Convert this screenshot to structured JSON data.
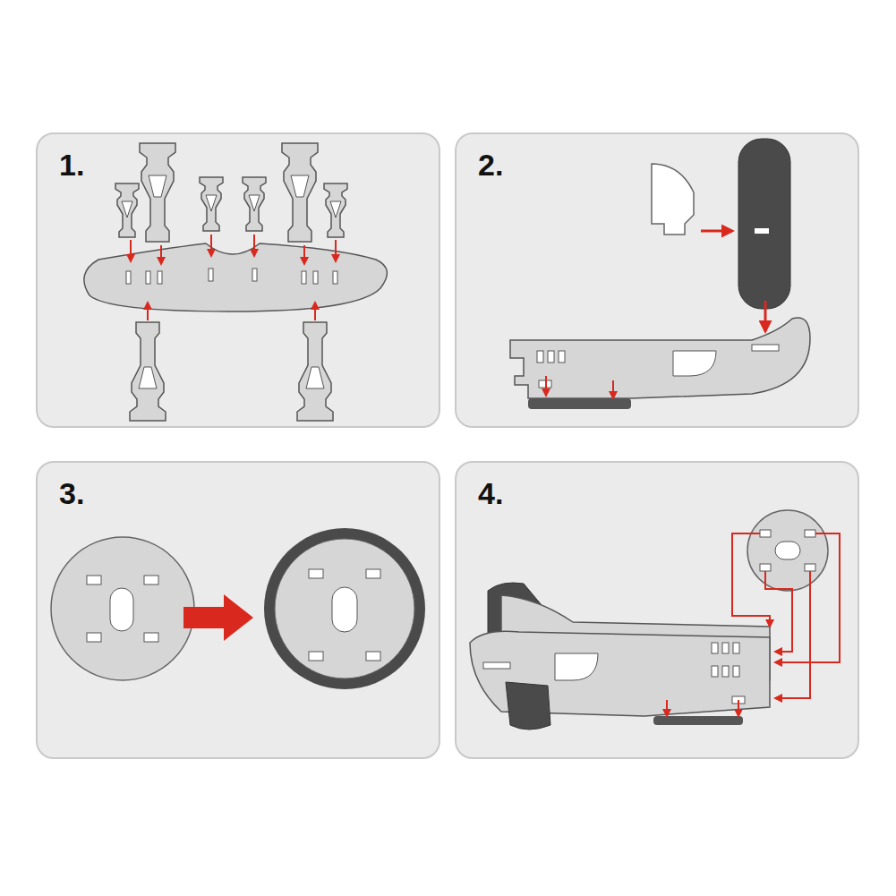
{
  "diagram": {
    "nodes": [
      {
        "text": [
          "1."
        ]
      },
      {
        "text": [
          "2."
        ]
      },
      {
        "text": [
          "3."
        ]
      },
      {
        "text": [
          "4."
        ]
      }
    ]
  }
}
